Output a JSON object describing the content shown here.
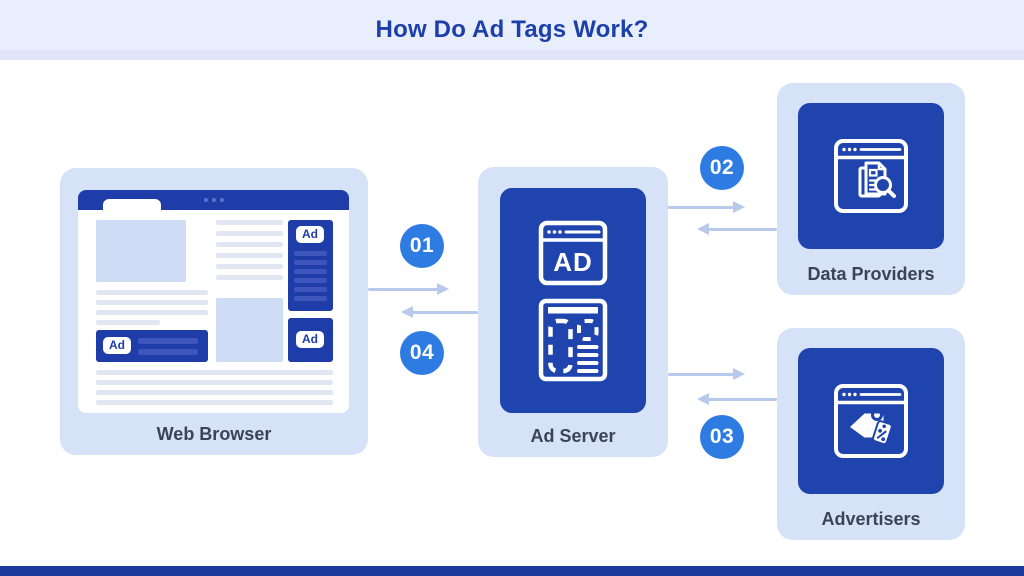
{
  "header": {
    "title": "How Do Ad Tags Work?"
  },
  "nodes": {
    "web_browser": {
      "label": "Web Browser",
      "ad_badge": "Ad"
    },
    "ad_server": {
      "label": "Ad Server",
      "window_icon_text": "AD"
    },
    "data_providers": {
      "label": "Data Providers"
    },
    "advertisers": {
      "label": "Advertisers"
    }
  },
  "steps": {
    "s1": "01",
    "s2": "02",
    "s3": "03",
    "s4": "04"
  },
  "icons": {
    "ad_server_top": "ad-window-icon",
    "ad_server_bottom": "page-wireframe-icon",
    "data_providers": "document-search-window-icon",
    "advertisers": "price-tag-window-icon"
  },
  "colors": {
    "title_text": "#1c3faa",
    "header_band": "#e8eefc",
    "card_bg": "#d5e2f8",
    "dark_blue": "#1e3da8",
    "panel_blue": "#1f44ad",
    "step_badge_blue": "#2e7ce2",
    "arrow": "#b9c9ec",
    "label_text": "#3a4458",
    "footer_bar": "#1c3a9e"
  }
}
